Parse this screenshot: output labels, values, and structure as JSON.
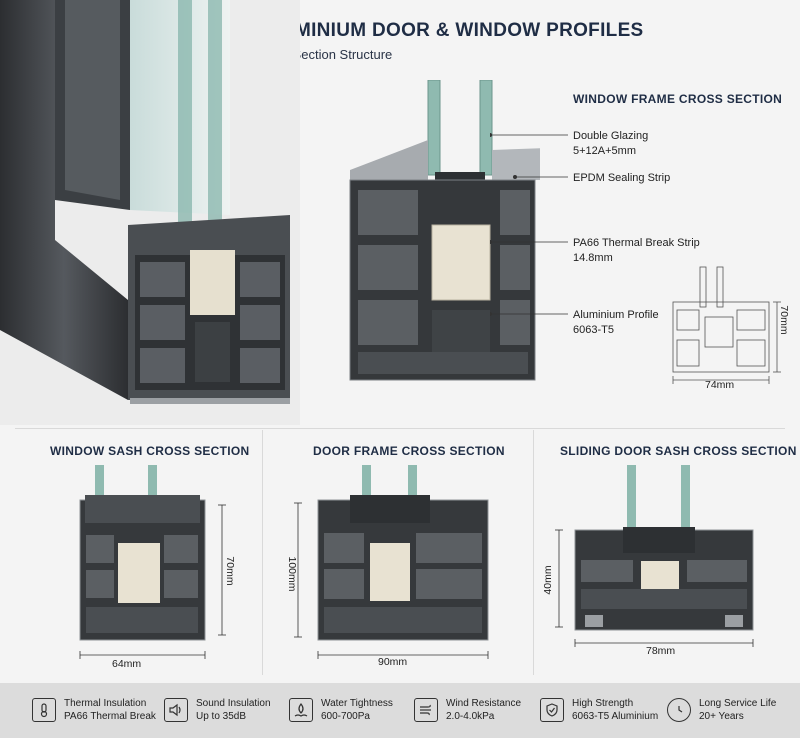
{
  "header": {
    "title": "ALUMINIUM DOOR & WINDOW PROFILES",
    "subtitle": "Cross Section Structure"
  },
  "window_frame": {
    "heading": "WINDOW FRAME CROSS SECTION",
    "callouts": [
      {
        "line1": "Double Glazing",
        "line2": "5+12A+5mm"
      },
      {
        "line1": "EPDM Sealing Strip",
        "line2": ""
      },
      {
        "line1": "PA66 Thermal Break Strip",
        "line2": "14.8mm"
      },
      {
        "line1": "Aluminium Profile",
        "line2": "6063-T5"
      }
    ],
    "dim_width": "74mm",
    "dim_height": "70mm"
  },
  "panels": [
    {
      "heading": "WINDOW SASH CROSS SECTION",
      "dim_width": "64mm",
      "dim_height": "70mm"
    },
    {
      "heading": "DOOR FRAME CROSS SECTION",
      "dim_width": "90mm",
      "dim_height": "100mm"
    },
    {
      "heading": "SLIDING DOOR SASH CROSS SECTION",
      "dim_width": "78mm",
      "dim_height": "40mm"
    }
  ],
  "features": [
    {
      "icon": "thermometer-icon",
      "title": "Thermal Insulation",
      "detail": "PA66 Thermal Break"
    },
    {
      "icon": "speaker-icon",
      "title": "Sound Insulation",
      "detail": "Up to 35dB"
    },
    {
      "icon": "water-drop-icon",
      "title": "Water Tightness",
      "detail": "600-700Pa"
    },
    {
      "icon": "wind-icon",
      "title": "Wind Resistance",
      "detail": "2.0-4.0kPa"
    },
    {
      "icon": "shield-icon",
      "title": "High Strength",
      "detail": "6063-T5 Aluminium"
    },
    {
      "icon": "clock-icon",
      "title": "Long Service Life",
      "detail": "20+ Years"
    }
  ],
  "colors": {
    "navy": "#1f2d45",
    "aluminium_dark": "#3a3c40",
    "aluminium_light": "#9a9ea3",
    "glass": "#9fc8c0",
    "thermal_break": "#e8e2d2",
    "feature_bar": "#dcdcdc"
  }
}
